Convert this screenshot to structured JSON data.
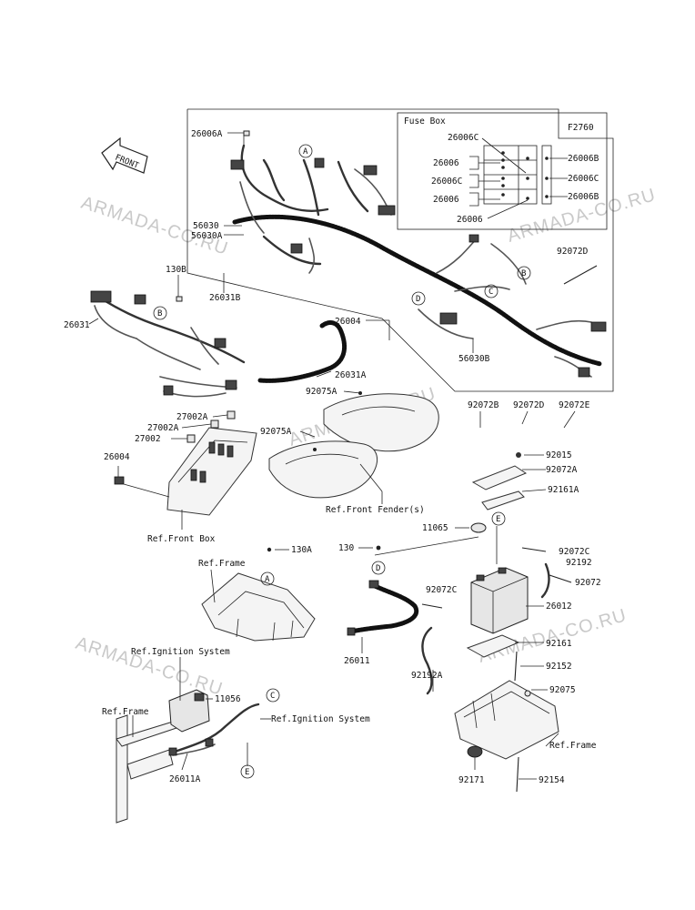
{
  "figure_code": "F2760",
  "fuse_box_title": "Fuse Box",
  "front_arrow_label": "FRONT",
  "watermark": "ARMADA-CO.RU",
  "callouts": [
    "A",
    "B",
    "C",
    "D",
    "E"
  ],
  "part_labels": {
    "l26006A": "26006A",
    "l26006C_top": "26006C",
    "l26006_1": "26006",
    "l26006C_mid": "26006C",
    "l26006_2": "26006",
    "l26006_3": "26006",
    "l26006B_1": "26006B",
    "l26006C_r": "26006C",
    "l26006B_2": "26006B",
    "l56030": "56030",
    "l56030A": "56030A",
    "l26031B": "26031B",
    "l130B": "130B",
    "l26031": "26031",
    "l92072D_top": "92072D",
    "l26004_top": "26004",
    "l56030B": "56030B",
    "l26031A": "26031A",
    "l92075A_1": "92075A",
    "l92075A_2": "92075A",
    "l27002A_1": "27002A",
    "l27002A_2": "27002A",
    "l27002": "27002",
    "l26004_left": "26004",
    "l92072B": "92072B",
    "l92072D": "92072D",
    "l92072E": "92072E",
    "l92015": "92015",
    "l92072A": "92072A",
    "l92161A": "92161A",
    "l11065": "11065",
    "l130A": "130A",
    "l130": "130",
    "l92072C_r": "92072C",
    "l92192": "92192",
    "l92072": "92072",
    "l92072C_m": "92072C",
    "l26012": "26012",
    "l26011": "26011",
    "l92161": "92161",
    "l92192A": "92192A",
    "l92152": "92152",
    "l11056": "11056",
    "l92075": "92075",
    "l26011A": "26011A",
    "l92171": "92171",
    "l92154": "92154"
  },
  "references": {
    "front_fender": "Ref.Front Fender(s)",
    "front_box": "Ref.Front Box",
    "frame_mid": "Ref.Frame",
    "ignition_1": "Ref.Ignition System",
    "frame_left": "Ref.Frame",
    "ignition_2": "Ref.Ignition System",
    "frame_right": "Ref.Frame"
  }
}
